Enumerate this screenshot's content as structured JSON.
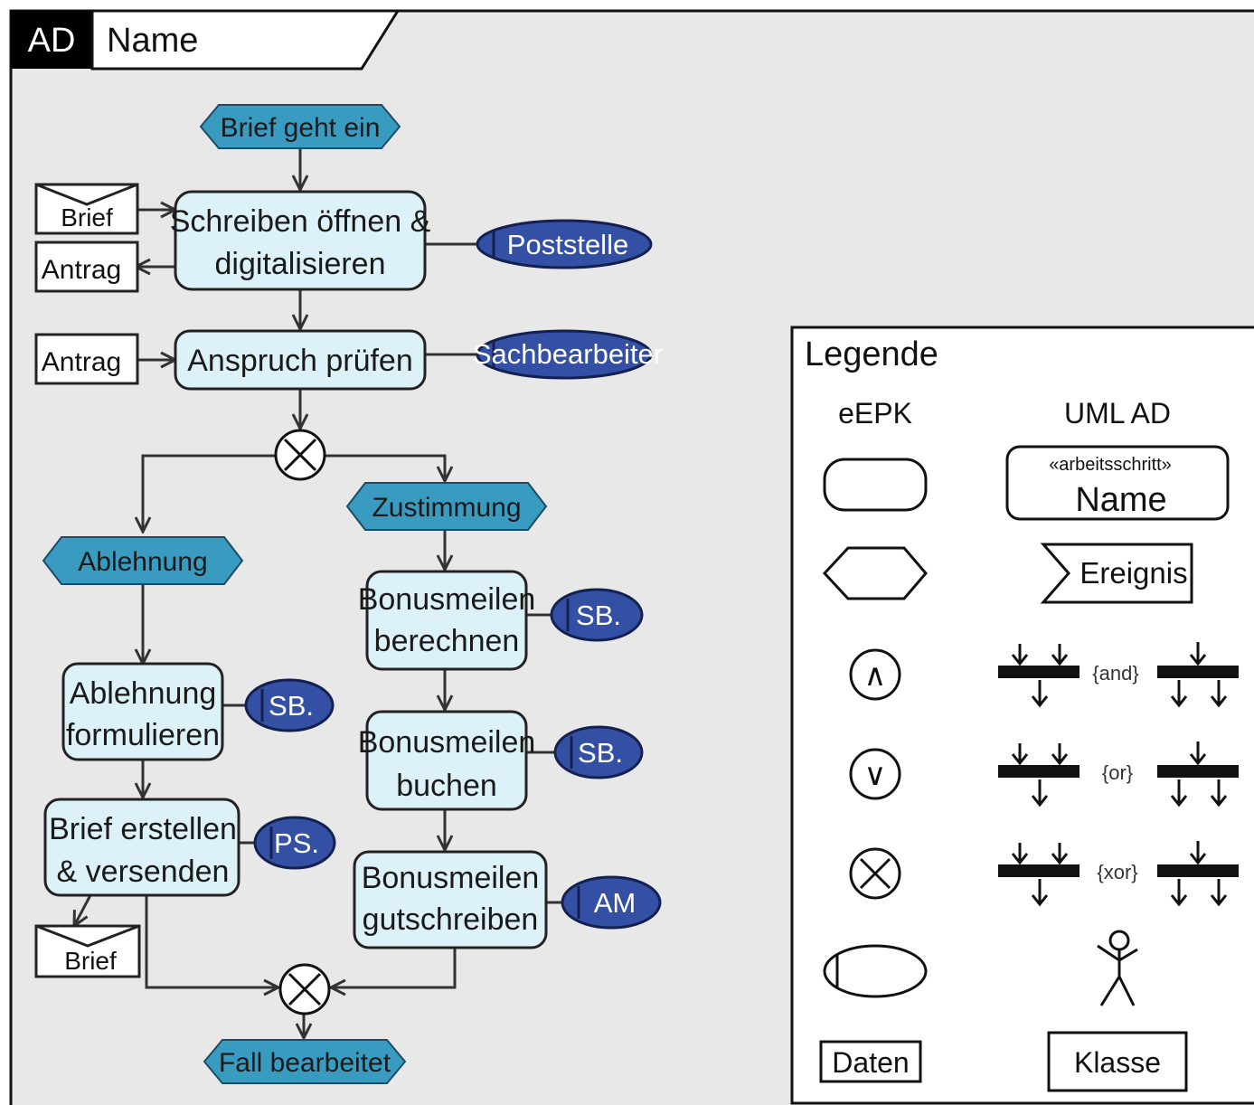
{
  "frame": {
    "tag": "AD",
    "name": "Name"
  },
  "events": {
    "start": "Brief geht ein",
    "ablehnung": "Ablehnung",
    "zustimmung": "Zustimmung",
    "end": "Fall bearbeitet"
  },
  "activities": {
    "open": [
      "Schreiben öffnen &",
      "digitalisieren"
    ],
    "check": [
      "Anspruch prüfen"
    ],
    "rej_form": [
      "Ablehnung",
      "formulieren"
    ],
    "letter": [
      "Brief erstellen",
      "& versenden"
    ],
    "calc": [
      "Bonusmeilen",
      "berechnen"
    ],
    "book": [
      "Bonusmeilen",
      "buchen"
    ],
    "credit": [
      "Bonusmeilen",
      "gutschreiben"
    ]
  },
  "actors": {
    "poststelle": "Poststelle",
    "sachbearbeiter": "Sachbearbeiter",
    "sb": "SB.",
    "ps": "PS.",
    "am": "AM"
  },
  "data": {
    "brief_in": "Brief",
    "antrag_out": "Antrag",
    "antrag_in": "Antrag",
    "brief_out": "Brief"
  },
  "legend": {
    "title": "Legende",
    "col_left": "eEPK",
    "col_right": "UML AD",
    "stereotype": "«arbeitsschritt»",
    "name": "Name",
    "ereignis": "Ereignis",
    "and": "{and}",
    "or": "{or}",
    "xor": "{xor}",
    "daten": "Daten",
    "klasse": "Klasse",
    "and_symbol": "∧",
    "or_symbol": "∨"
  },
  "colors": {
    "background": "#e8e8e8",
    "activity_fill": "#dcf1f8",
    "event_fill": "#3a9bc1",
    "actor_fill": "#3350a4",
    "frame_tag": "#000000"
  }
}
